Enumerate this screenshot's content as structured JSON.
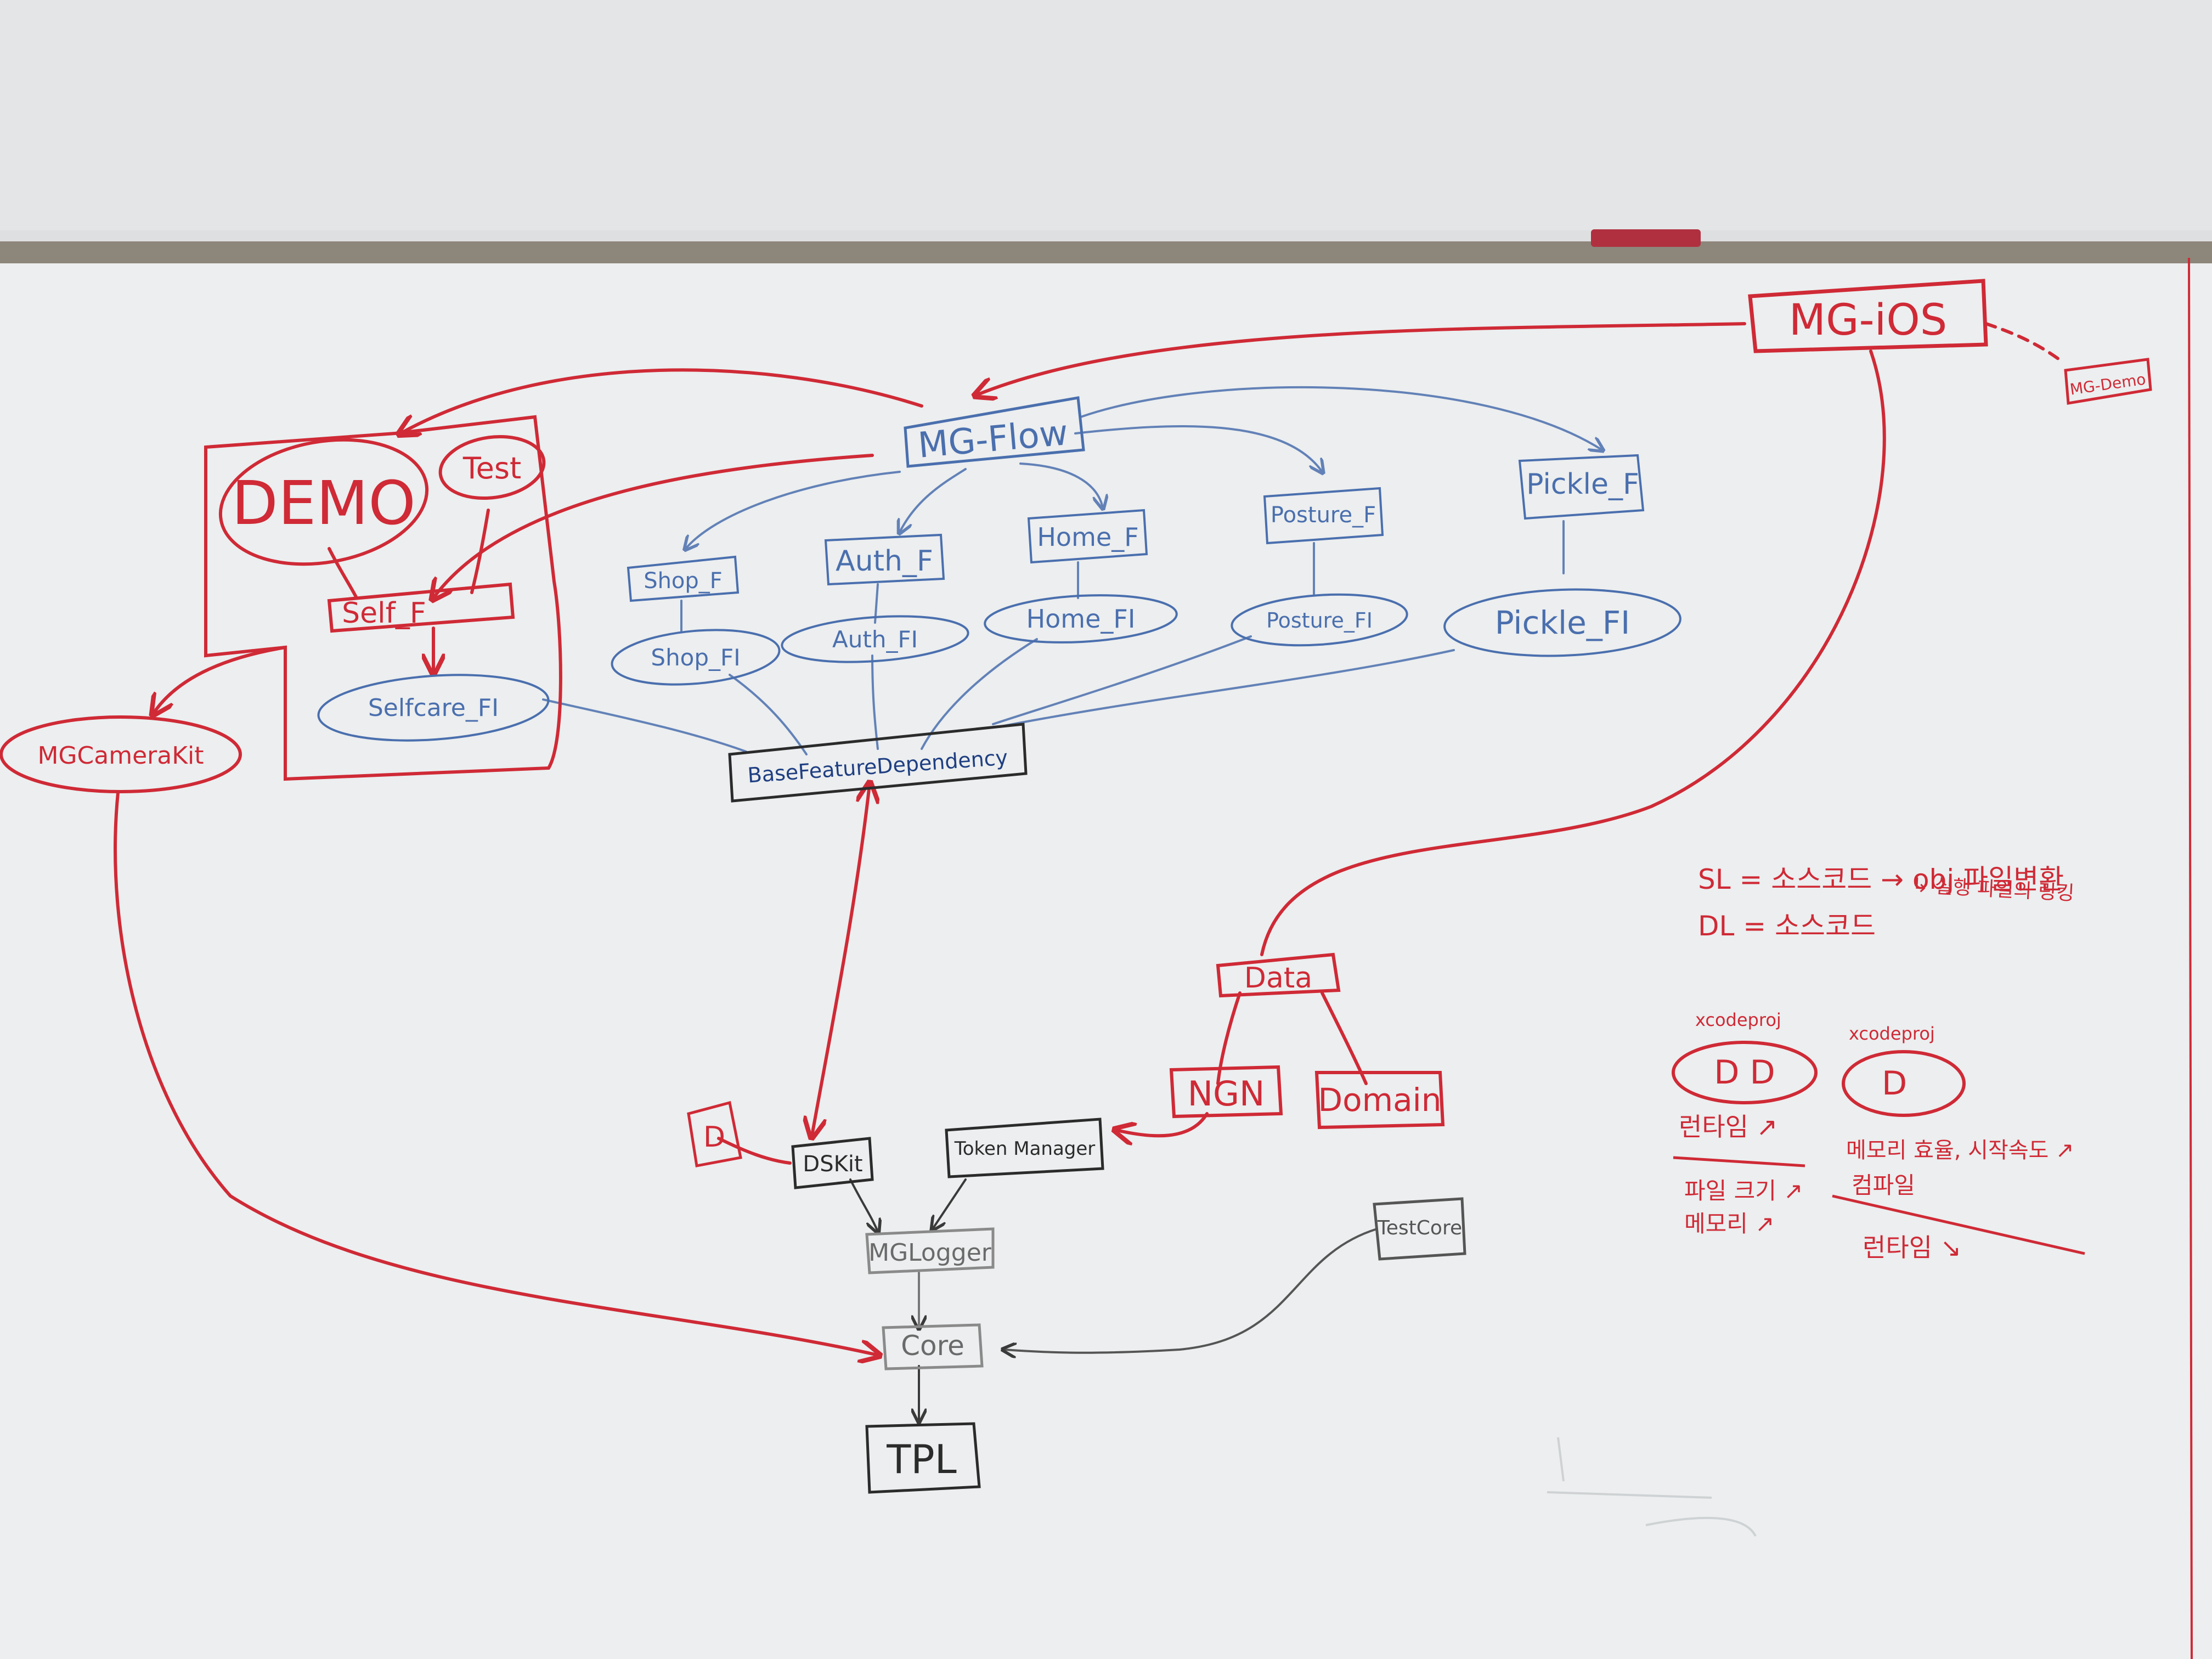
{
  "colors": {
    "red": "#cf2a36",
    "blue": "#4a6fae",
    "black": "#2b2b2b",
    "gray": "#6a6a6a",
    "board": "#eef0f1",
    "wall": "#e6e7e8",
    "frame": "#8b8478"
  },
  "nodes": {
    "mg_ios": "MG-iOS",
    "mg_demo": "MG-Demo",
    "demo": "DEMO",
    "test": "Test",
    "self_f": "Self_F",
    "selfcare_fi": "Selfcare_FI",
    "mg_camera_kit": "MGCameraKit",
    "mg_flow": "MG-Flow",
    "shop_f": "Shop_F",
    "auth_f": "Auth_F",
    "home_f": "Home_F",
    "posture_f": "Posture_F",
    "pickle_f": "Pickle_F",
    "shop_fi": "Shop_FI",
    "auth_fi": "Auth_FI",
    "home_fi": "Home_FI",
    "posture_fi": "Posture_FI",
    "pickle_fi": "Pickle_FI",
    "base_feature_dependency": "BaseFeatureDependency",
    "data": "Data",
    "ngn": "NGN",
    "domain": "Domain",
    "d_small": "D",
    "ds_kit": "DSKit",
    "token_manager": "Token Manager",
    "mg_logger": "MGLogger",
    "core": "Core",
    "test_core": "TestCore",
    "tpl": "TPL"
  },
  "notes": {
    "sl_line": "SL = 소스코드 → obj 파일변환",
    "sl_sub": "↳ 실행 파일의 링킹",
    "dl_line": "DL = 소스코드",
    "left_header": "xcodeproj",
    "left_box": "D D",
    "left_item1": "런타임 ↗",
    "left_item2": "파일 크기 ↗",
    "left_item3": "메모리 ↗",
    "right_header": "xcodeproj",
    "right_box": "D",
    "right_item1": "메모리 효율, 시작속도 ↗",
    "right_item2": "컴파일",
    "right_item3": "런타임 ↘"
  }
}
